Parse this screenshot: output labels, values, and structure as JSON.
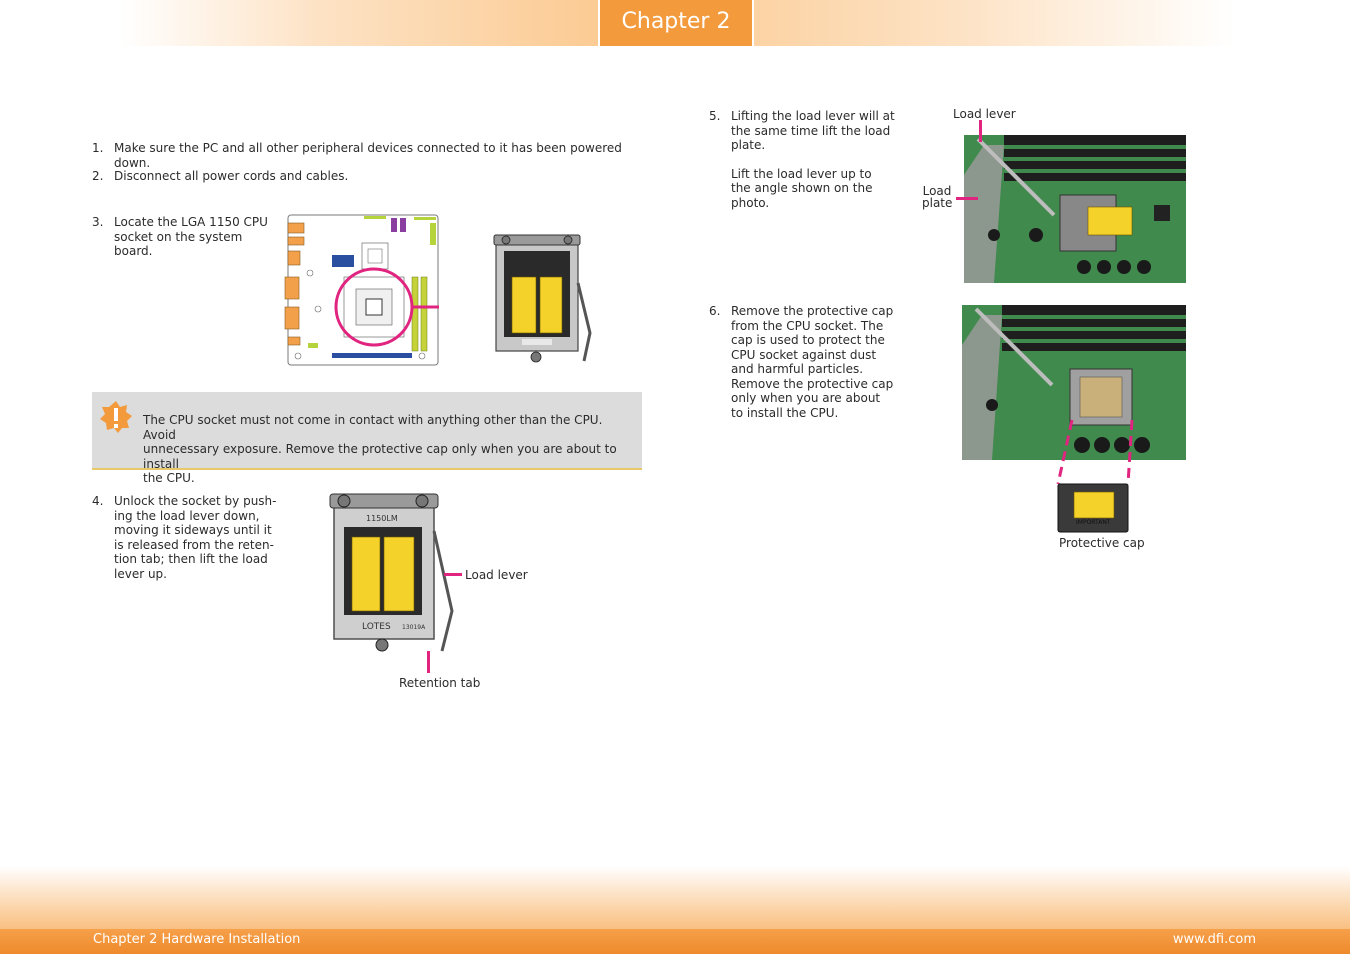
{
  "header": {
    "chapter_tab": "Chapter 2"
  },
  "steps": [
    {
      "num": "1.",
      "text": "Make sure the PC and all other peripheral devices connected to it has been powered down."
    },
    {
      "num": "2.",
      "text": "Disconnect all power cords and cables."
    },
    {
      "num": "3.",
      "lines": [
        "Locate the LGA 1150 CPU",
        "socket on the system",
        "board."
      ]
    },
    {
      "num": "4.",
      "lines": [
        "Unlock the socket by push-",
        "ing the load lever down,",
        "moving it sideways until it",
        "is released from the reten-",
        "tion tab; then lift the load",
        "lever up."
      ]
    },
    {
      "num": "5.",
      "lines": [
        "Lifting the load lever will at",
        "the same time lift the load",
        "plate."
      ],
      "extra_lines": [
        "Lift the load lever up to",
        "the angle shown on the",
        "photo."
      ]
    },
    {
      "num": "6.",
      "lines": [
        "Remove the protective cap",
        "from the CPU socket. The",
        "cap is used to protect the",
        "CPU socket against dust",
        "and harmful particles.",
        "Remove the protective cap",
        "only when you are about",
        "to install the CPU."
      ]
    }
  ],
  "note": {
    "icon": "warning-icon",
    "lines": [
      "The CPU socket must not come in contact with anything other than the CPU. Avoid",
      "unnecessary exposure. Remove the protective cap only when you are about to install",
      "the CPU."
    ]
  },
  "labels": {
    "step4_load_lever": "Load lever",
    "step4_retention_tab": "Retention tab",
    "step5_load_lever": "Load lever",
    "step5_load_plate": [
      "Load",
      "plate"
    ],
    "step6_protective_cap": "Protective cap"
  },
  "figure_text": {
    "socket_model": "1150LM",
    "socket_brand": "LOTES",
    "socket_code": "13019A",
    "cap_label": "IMPORTANT"
  },
  "colors": {
    "accent_orange": "#f39a3c",
    "callout_magenta": "#e0247f",
    "note_bg": "#dcdcdc"
  },
  "footer": {
    "left": "Chapter 2 Hardware Installation",
    "right": "www.dfi.com"
  }
}
